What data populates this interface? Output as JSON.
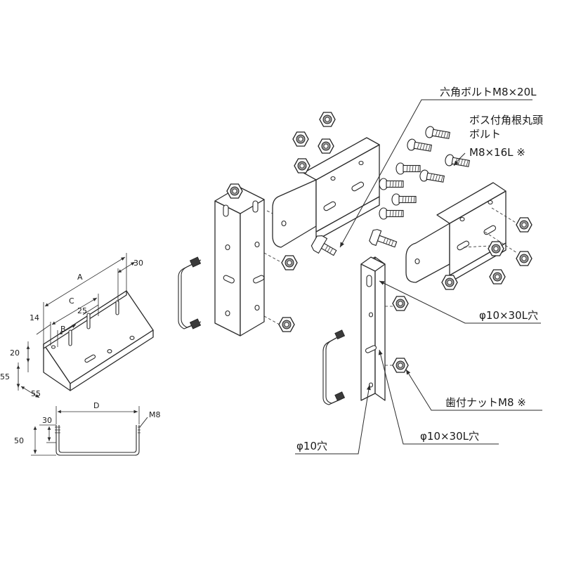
{
  "labels": {
    "hex_bolt": "六角ボルトM8×20L",
    "carriage_bolt_line1": "ボス付角根丸頭",
    "carriage_bolt_line2": "ボルト",
    "carriage_bolt_size": "M8×16L ※",
    "slot_hole_upper": "φ10×30L穴",
    "flange_nut": "歯付ナットM8 ※",
    "round_hole": "φ10穴",
    "slot_hole_lower": "φ10×30L穴"
  },
  "dimensions": {
    "A": "A",
    "B": "B",
    "C": "C",
    "D": "D",
    "d30_top": "30",
    "d14": "14",
    "d25": "25",
    "d20": "20",
    "d55_side": "55",
    "d55_bottom": "55",
    "d30_ubolt": "30",
    "d50": "50",
    "thread": "M8"
  }
}
